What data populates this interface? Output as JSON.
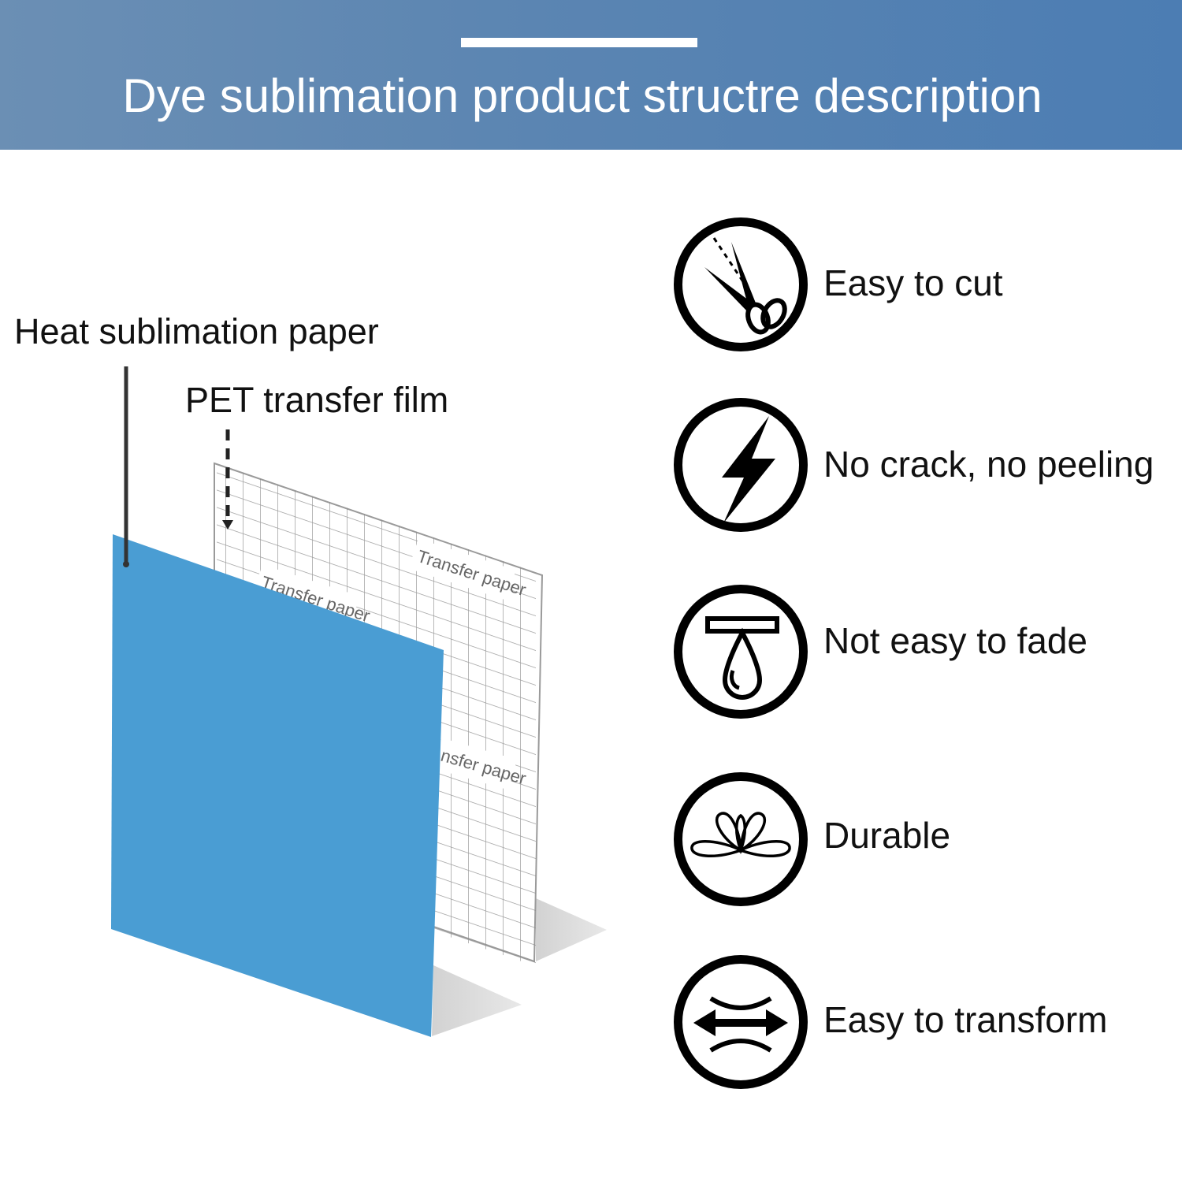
{
  "header": {
    "title": "Dye sublimation product structre description",
    "background": "#5b85b2"
  },
  "diagram": {
    "heat_label": "Heat sublimation paper",
    "pet_label": "PET transfer film",
    "paper_color": "#4a9dd3",
    "film_print_text": "Transfer paper",
    "film_print_text_partial": "nsfer paper"
  },
  "features": [
    {
      "icon": "scissors-icon",
      "label": "Easy to cut"
    },
    {
      "icon": "lightning-icon",
      "label": "No crack, no peeling"
    },
    {
      "icon": "ink-drop-icon",
      "label": "Not easy to fade"
    },
    {
      "icon": "flower-petals-icon",
      "label": "Durable"
    },
    {
      "icon": "stretch-arrows-icon",
      "label": "Easy  to transform"
    }
  ]
}
